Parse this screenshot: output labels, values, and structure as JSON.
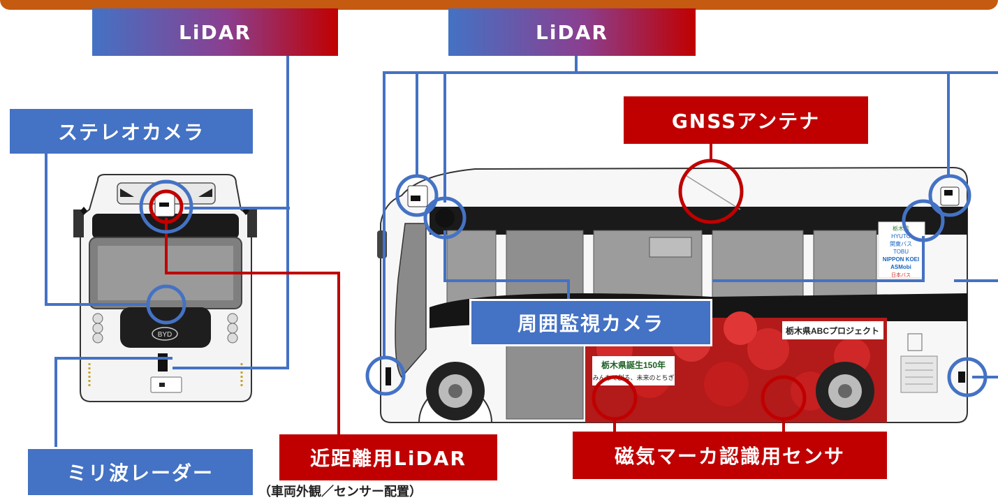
{
  "colors": {
    "accent_orange": "#c55a11",
    "label_blue": "#4472c4",
    "label_red": "#c00000",
    "line_blue": "#4472c4",
    "line_red": "#c00000"
  },
  "labels": {
    "lidar_front": "LiDAR",
    "lidar_side": "LiDAR",
    "stereo_camera": "ステレオカメラ",
    "gnss_antenna": "GNSSアンテナ",
    "surround_camera": "周囲監視カメラ",
    "short_range_lidar": "近距離用LiDAR",
    "magnetic_sensor": "磁気マーカ認識用センサ",
    "mmwave_radar": "ミリ波レーダー"
  },
  "bus_side": {
    "ad_project": "栃木県ABCプロジェクト",
    "ad_anniversary": "栃木県誕生150年",
    "ad_tagline": "みんなで創る、未来のとちぎ",
    "sponsors": [
      "栃木県",
      "HYUTO",
      "関東バス",
      "TOBU",
      "NIPPON KOEI",
      "ASMobi",
      "日本バス"
    ]
  },
  "bus_front": {
    "brand": "BYD"
  },
  "caption": "（車両外観／センサー配置）"
}
